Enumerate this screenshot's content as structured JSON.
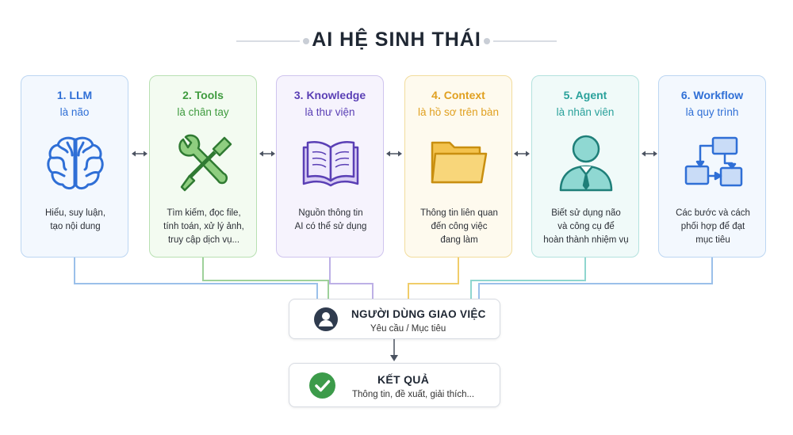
{
  "title": "AI HỆ SINH THÁI",
  "colors": {
    "llm": "#2f6fd6",
    "tools": "#3f9b3f",
    "knowledge": "#5a3fb5",
    "context": "#e0a020",
    "agent": "#2aa19b",
    "workflow": "#2f6fd6"
  },
  "cards": [
    {
      "title": "1. LLM",
      "subtitle": "là não",
      "icon": "brain-icon",
      "desc": "Hiểu, suy luận,\ntạo nội dung"
    },
    {
      "title": "2. Tools",
      "subtitle": "là chân tay",
      "icon": "tools-icon",
      "desc": "Tìm kiếm, đọc file,\ntính toán, xử lý ảnh,\ntruy cập dịch vụ..."
    },
    {
      "title": "3. Knowledge",
      "subtitle": "là thư viện",
      "icon": "book-icon",
      "desc": "Nguồn thông tin\nAI có thể sử dụng"
    },
    {
      "title": "4. Context",
      "subtitle": "là hồ sơ trên bàn",
      "icon": "folder-icon",
      "desc": "Thông tin liên quan\nđến công việc\nđang làm"
    },
    {
      "title": "5. Agent",
      "subtitle": "là nhân viên",
      "icon": "person-icon",
      "desc": "Biết sử dụng não\nvà công cụ để\nhoàn thành nhiệm vụ"
    },
    {
      "title": "6. Workflow",
      "subtitle": "là quy trình",
      "icon": "workflow-icon",
      "desc": "Các bước và cách\nphối hợp để đạt\nmục tiêu"
    }
  ],
  "user_box": {
    "title": "NGƯỜI DÙNG GIAO VIỆC",
    "subtitle": "Yêu cầu / Mục tiêu",
    "icon": "user-avatar-icon"
  },
  "result_box": {
    "title": "KẾT QUẢ",
    "subtitle": "Thông tin, đề xuất, giải thích...",
    "icon": "check-circle-icon"
  }
}
